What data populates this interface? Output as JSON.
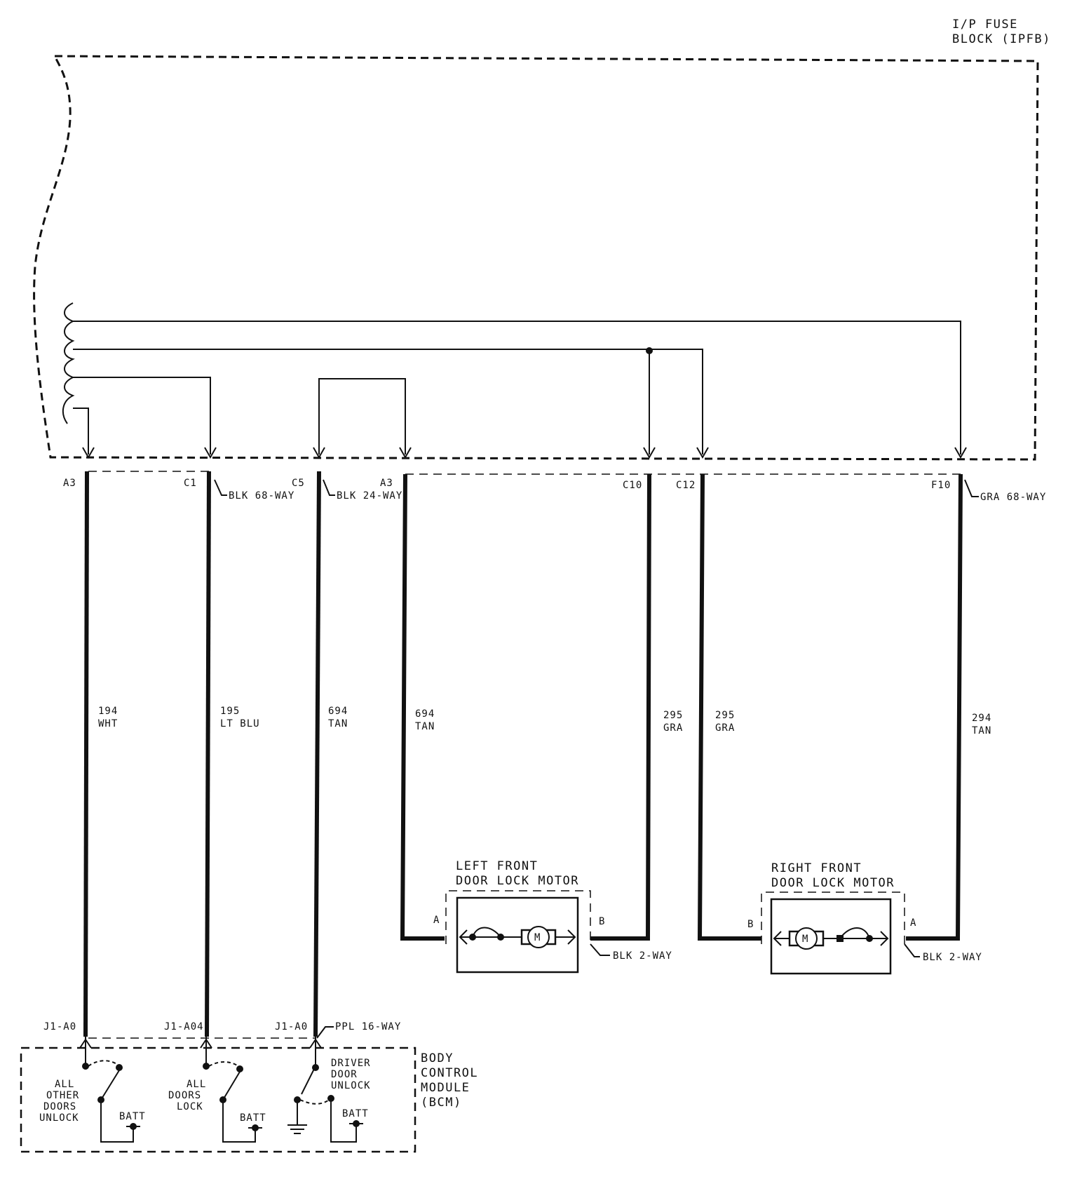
{
  "ipfb": {
    "line1": "I/P FUSE",
    "line2": "BLOCK (IPFB)"
  },
  "connectors": {
    "blk68": "BLK 68-WAY",
    "blk24": "BLK 24-WAY",
    "gra68": "GRA 68-WAY",
    "ppl16": "PPL 16-WAY",
    "lf_blk2": "BLK 2-WAY",
    "rf_blk2": "BLK 2-WAY"
  },
  "pins": {
    "w1_top": "A3",
    "w2_top": "C1",
    "w3_top": "C5",
    "w4_top": "A3",
    "w5_top": "C10",
    "w6_top": "C12",
    "w7_top": "F10",
    "w1_bottom": "J1-A0",
    "w2_bottom": "J1-A04",
    "w3_bottom": "J1-A0",
    "lf_a": "A",
    "lf_b": "B",
    "rf_b": "B",
    "rf_a": "A"
  },
  "wires": [
    {
      "circuit": "194",
      "color": "WHT"
    },
    {
      "circuit": "195",
      "color": "LT BLU"
    },
    {
      "circuit": "694",
      "color": "TAN"
    },
    {
      "circuit": "694",
      "color": "TAN"
    },
    {
      "circuit": "295",
      "color": "GRA"
    },
    {
      "circuit": "295",
      "color": "GRA"
    },
    {
      "circuit": "294",
      "color": "TAN"
    }
  ],
  "motors": {
    "left": {
      "line1": "LEFT FRONT",
      "line2": "DOOR LOCK MOTOR",
      "symbol": "M"
    },
    "right": {
      "line1": "RIGHT FRONT",
      "line2": "DOOR LOCK MOTOR",
      "symbol": "M"
    }
  },
  "bcm": {
    "line1": "BODY",
    "line2": "CONTROL",
    "line3": "MODULE",
    "line4": "(BCM)",
    "switch1": {
      "line1": "ALL",
      "line2": "OTHER",
      "line3": "DOORS",
      "line4": "UNLOCK",
      "batt": "BATT"
    },
    "switch2": {
      "line1": "ALL",
      "line2": "DOORS",
      "line3": "LOCK",
      "batt": "BATT"
    },
    "switch3": {
      "line1": "DRIVER",
      "line2": "DOOR",
      "line3": "UNLOCK",
      "batt": "BATT"
    }
  }
}
